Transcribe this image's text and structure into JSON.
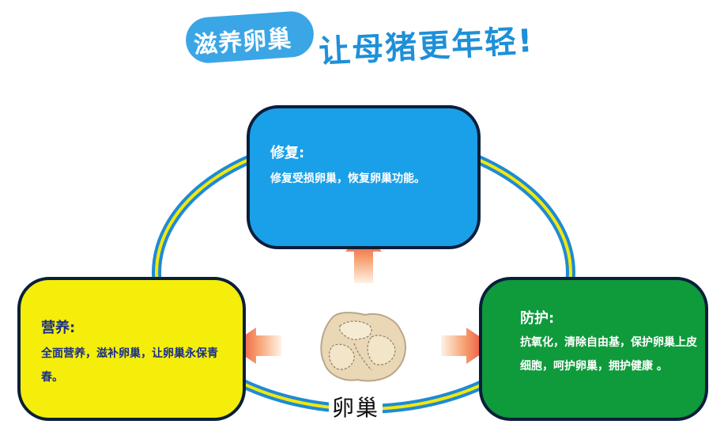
{
  "title": {
    "bubble_text": "滋养卵巢",
    "rest_text": "让母猪更年轻!"
  },
  "boxes": {
    "repair": {
      "title": "修复:",
      "body": "修复受损卵巢，恢复卵巢功能。"
    },
    "nutrition": {
      "title": "营养:",
      "body": "全面营养，滋补卵巢，让卵巢永保青春。"
    },
    "protection": {
      "title": "防护:",
      "body": "抗氧化，清除自由基，保护卵巢上皮细胞，呵护卵巢，拥护健康 。"
    }
  },
  "center": {
    "label": "卵巢",
    "icon": "ovary-icon"
  },
  "colors": {
    "title_blue": "#1e90d8",
    "repair": "#1aa0e8",
    "nutrition": "#f4ee0a",
    "protection": "#0f9a3c",
    "arrow": "#e8302a",
    "ring_outer": "#1e8ad6",
    "ring_inner": "#f2e80a"
  }
}
